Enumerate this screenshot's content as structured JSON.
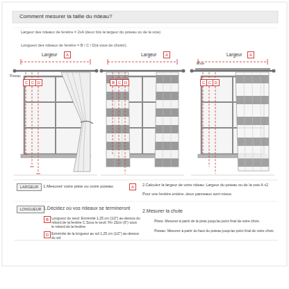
{
  "diagram": {
    "title": "Comment mesurer la taille du rideau?",
    "nodes": [
      {
        "text": [
          "A"
        ]
      },
      {
        "text": [
          "C"
        ]
      },
      {
        "text": [
          "C"
        ]
      },
      {
        "text": [
          "D"
        ]
      },
      {
        "text": [
          "A"
        ]
      },
      {
        "text": [
          "B"
        ]
      },
      {
        "text": [
          "C"
        ]
      },
      {
        "text": [
          "D"
        ]
      },
      {
        "text": [
          "A"
        ]
      },
      {
        "text": [
          "C"
        ]
      },
      {
        "text": [
          "C"
        ]
      },
      {
        "text": [
          "D"
        ]
      },
      {
        "text": [
          "LARGEUR"
        ]
      },
      {
        "text": [
          "A"
        ]
      },
      {
        "text": [
          "LONGUEUR"
        ]
      },
      {
        "text": [
          "B"
        ]
      },
      {
        "text": [
          "D"
        ]
      }
    ],
    "labels": [
      "Largeur des rideaux de fenêtre = 2xA (deux fois la largeur du poteau ou de la voie)",
      "Longueur des rideaux de fenêtre = B / C / D(à vous de choisir).",
      "Largeur",
      "Poteau",
      "Largeur",
      "Piste",
      "Largeur",
      "1.Mesurez votre piste ou votre poteau",
      "2.Calculez la largeur de votre rideau: Largeur du poteau ou de la voie A x2",
      "Pour une fenêtre entière, deux panneaux sont mieux.",
      "1.Décidez où vos rideaux se termineront",
      "Longueur du seuil: Extrémité 1,25 cm (1/2\") au-dessus du rebord de la fenêtre C Sous le seuil: Fin 15cm (6\") sous le rebord de la fenêtre",
      "Extrémité de la longueur au sol 1,25 cm (1/2\") au-dessus du sol",
      "2.Mesurer la chute",
      "Pitste: Mesurez à partir de la piste jusqu'au point final de votre choix.",
      "Poteau: Mesurez à partir du haut du poteau jusqu'au point final de votre choix."
    ]
  }
}
